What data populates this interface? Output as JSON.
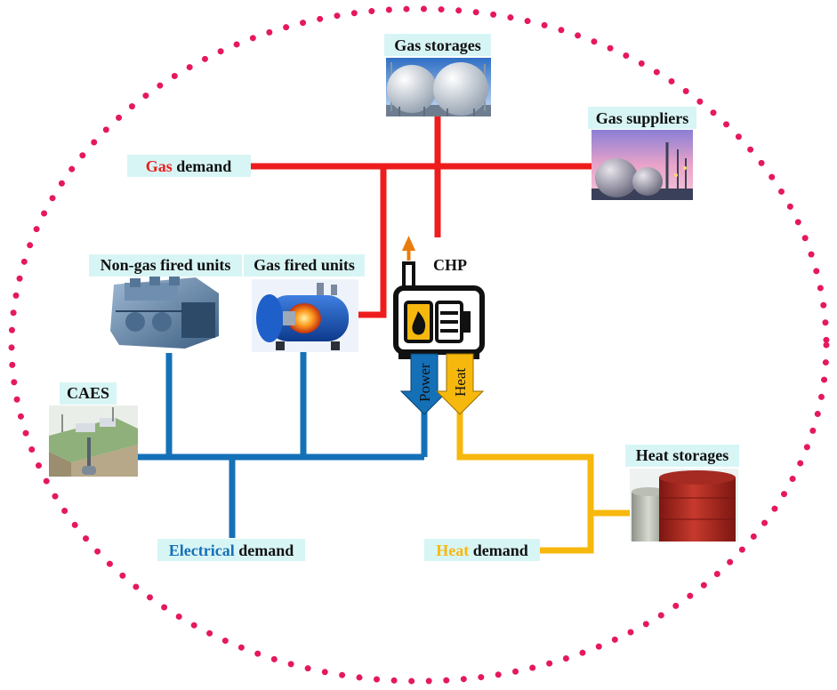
{
  "colors": {
    "gas": "#ee1c1c",
    "power": "#1471b8",
    "heat": "#f7b80e",
    "boundary": "#e5185f",
    "label_bg": "#d8f5f5",
    "arrow": "#e87d0c"
  },
  "labels": {
    "gas_storages": "Gas storages",
    "gas_suppliers": "Gas suppliers",
    "gas_demand_prefix": "Gas",
    "gas_demand_suffix": " demand",
    "non_gas_units": "Non-gas fired units",
    "gas_fired_units": "Gas fired units",
    "chp": "CHP",
    "caes": "CAES",
    "heat_storages": "Heat storages",
    "electrical_demand_prefix": "Electrical",
    "electrical_demand_suffix": " demand",
    "heat_demand_prefix": "Heat",
    "heat_demand_suffix": " demand",
    "power_arrow": "Power",
    "heat_arrow": "Heat"
  },
  "icons": {
    "gas_storages": "spherical-gas-tank-icon",
    "gas_suppliers": "gas-plant-icon",
    "non_gas_units": "diesel-engine-icon",
    "gas_fired_units": "gas-boiler-icon",
    "chp": "chp-unit-icon",
    "caes": "caes-cavern-icon",
    "heat_storages": "heat-storage-tank-icon"
  }
}
